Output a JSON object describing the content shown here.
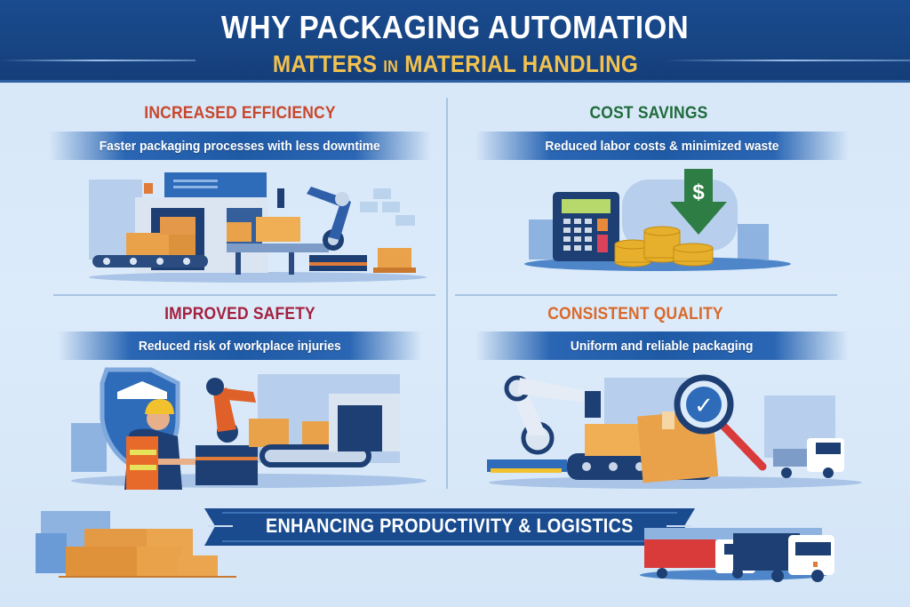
{
  "header": {
    "title": "WHY PACKAGING AUTOMATION",
    "subtitle_part1": "MATTERS",
    "subtitle_part2": "IN",
    "subtitle_part3": "MATERIAL HANDLING",
    "background_color": "#174482",
    "title_color": "#ffffff",
    "subtitle_color": "#f2c14e"
  },
  "panels": [
    {
      "title": "INCREASED EFFICIENCY",
      "subtitle": "Faster packaging processes with less downtime",
      "title_color": "#c9472b",
      "illustration": "conveyor-machine-robot-arm-boxes"
    },
    {
      "title": "COST SAVINGS",
      "subtitle": "Reduced labor costs & minimized waste",
      "title_color": "#1f6b3a",
      "illustration": "calculator-coins-dollar-arrow"
    },
    {
      "title": "IMPROVED SAFETY",
      "subtitle": "Reduced risk of workplace injuries",
      "title_color": "#a3213f",
      "illustration": "shield-worker-robot-conveyor"
    },
    {
      "title": "CONSISTENT QUALITY",
      "subtitle": "Uniform and reliable packaging",
      "title_color": "#d9692b",
      "illustration": "robot-arm-boxes-magnifier-check-truck"
    }
  ],
  "footer": {
    "banner": "ENHANCING PRODUCTIVITY & LOGISTICS",
    "banner_color": "#1a4b8f",
    "left_illustration": "pallet-of-boxes",
    "right_illustration": "delivery-trucks"
  },
  "icons": {
    "dollar": "$",
    "check": "✓"
  }
}
